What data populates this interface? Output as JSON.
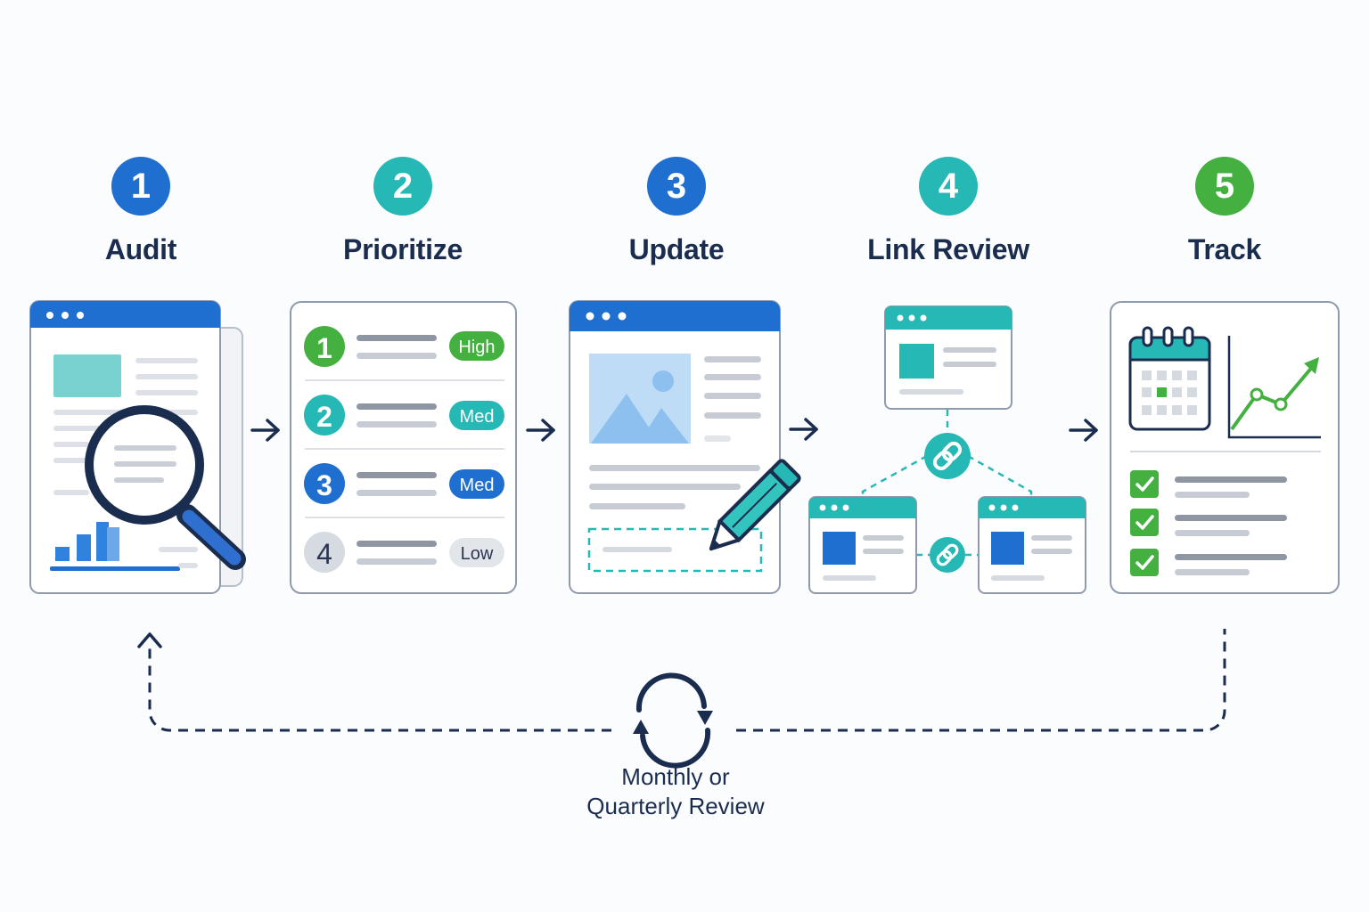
{
  "colors": {
    "blue": "#1f6fd1",
    "teal": "#26b8b4",
    "green": "#44b040",
    "navy": "#1b2d4f",
    "gray_line": "#c5cad3",
    "frame": "#9aa6b6"
  },
  "steps": [
    {
      "number": "1",
      "title": "Audit",
      "badge_color": "#1f6fd1"
    },
    {
      "number": "2",
      "title": "Prioritize",
      "badge_color": "#26b8b4"
    },
    {
      "number": "3",
      "title": "Update",
      "badge_color": "#1f6fd1"
    },
    {
      "number": "4",
      "title": "Link Review",
      "badge_color": "#26b8b4"
    },
    {
      "number": "5",
      "title": "Track",
      "badge_color": "#44b040"
    }
  ],
  "priority_list": [
    {
      "number": "1",
      "tag": "High",
      "color": "#44b040"
    },
    {
      "number": "2",
      "tag": "Med",
      "color": "#26b8b4"
    },
    {
      "number": "3",
      "tag": "Med",
      "color": "#1f6fd1"
    },
    {
      "number": "4",
      "tag": "Low",
      "color": "#d6dbe1"
    }
  ],
  "loop": {
    "line1": "Monthly or",
    "line2": "Quarterly Review"
  },
  "icons": [
    "magnifier-icon",
    "bar-chart-icon",
    "image-icon",
    "pencil-icon",
    "link-icon",
    "calendar-icon",
    "trend-chart-icon",
    "checkbox-icon",
    "arrow-right-icon",
    "refresh-cycle-icon"
  ]
}
